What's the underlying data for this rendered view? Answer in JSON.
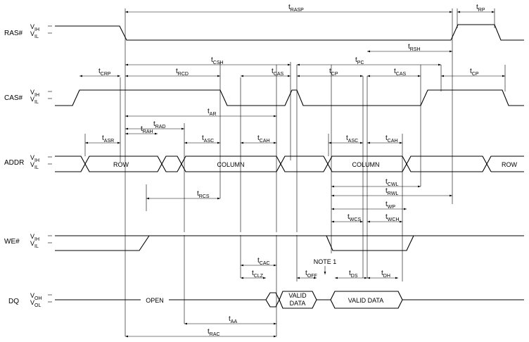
{
  "signals": {
    "ras": "RAS#",
    "cas": "CAS#",
    "addr": "ADDR",
    "we": "WE#",
    "dq": "DQ"
  },
  "levels": {
    "vih": {
      "base": "V",
      "sub": "IH"
    },
    "vil": {
      "base": "V",
      "sub": "IL"
    },
    "voh": {
      "base": "V",
      "sub": "OH"
    },
    "vol": {
      "base": "V",
      "sub": "OL"
    }
  },
  "timings": [
    {
      "id": "rasp",
      "base": "t",
      "sub": "RASP"
    },
    {
      "id": "rp",
      "base": "t",
      "sub": "RP"
    },
    {
      "id": "rsh",
      "base": "t",
      "sub": "RSH"
    },
    {
      "id": "csh",
      "base": "t",
      "sub": "CSH"
    },
    {
      "id": "pc",
      "base": "t",
      "sub": "PC"
    },
    {
      "id": "crp",
      "base": "t",
      "sub": "CRP"
    },
    {
      "id": "rcd",
      "base": "t",
      "sub": "RCD"
    },
    {
      "id": "cas1",
      "base": "t",
      "sub": "CAS"
    },
    {
      "id": "cp1",
      "base": "t",
      "sub": "CP"
    },
    {
      "id": "cas2",
      "base": "t",
      "sub": "CAS"
    },
    {
      "id": "cp2",
      "base": "t",
      "sub": "CP"
    },
    {
      "id": "ar",
      "base": "t",
      "sub": "AR"
    },
    {
      "id": "rad",
      "base": "t",
      "sub": "RAD"
    },
    {
      "id": "asr",
      "base": "t",
      "sub": "ASR"
    },
    {
      "id": "rah",
      "base": "t",
      "sub": "RAH"
    },
    {
      "id": "asc1",
      "base": "t",
      "sub": "ASC"
    },
    {
      "id": "cah1",
      "base": "t",
      "sub": "CAH"
    },
    {
      "id": "asc2",
      "base": "t",
      "sub": "ASC"
    },
    {
      "id": "cah2",
      "base": "t",
      "sub": "CAH"
    },
    {
      "id": "cwl",
      "base": "t",
      "sub": "CWL"
    },
    {
      "id": "rwl",
      "base": "t",
      "sub": "RWL"
    },
    {
      "id": "rcs",
      "base": "t",
      "sub": "RCS"
    },
    {
      "id": "wp",
      "base": "t",
      "sub": "WP"
    },
    {
      "id": "wcs",
      "base": "t",
      "sub": "WCS"
    },
    {
      "id": "wch",
      "base": "t",
      "sub": "WCH"
    },
    {
      "id": "cac",
      "base": "t",
      "sub": "CAC"
    },
    {
      "id": "clz",
      "base": "t",
      "sub": "CLZ"
    },
    {
      "id": "off",
      "base": "t",
      "sub": "OFF"
    },
    {
      "id": "ds",
      "base": "t",
      "sub": "DS"
    },
    {
      "id": "dh",
      "base": "t",
      "sub": "DH"
    },
    {
      "id": "aa",
      "base": "t",
      "sub": "AA"
    },
    {
      "id": "rac",
      "base": "t",
      "sub": "RAC"
    }
  ],
  "bus": {
    "row1": "ROW",
    "col1": "COLUMN",
    "col2": "COLUMN",
    "row2": "ROW",
    "open": "OPEN",
    "valid1_l1": "VALID",
    "valid1_l2": "DATA",
    "valid2": "VALID DATA"
  },
  "note": "NOTE 1"
}
